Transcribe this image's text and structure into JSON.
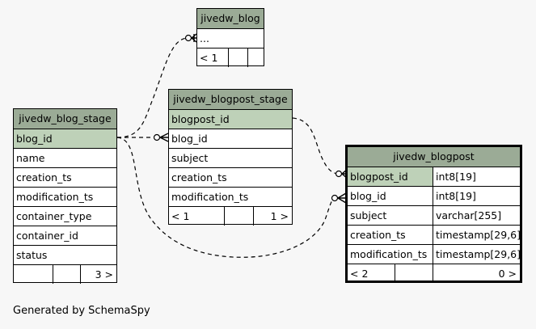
{
  "tables": {
    "blog": {
      "name": "jivedw_blog",
      "columns": [
        "..."
      ],
      "footer": [
        "< 1",
        "",
        ""
      ]
    },
    "blogpost_stage": {
      "name": "jivedw_blogpost_stage",
      "columns": [
        "blogpost_id",
        "blog_id",
        "subject",
        "creation_ts",
        "modification_ts"
      ],
      "footer": [
        "< 1",
        "",
        "1 >"
      ]
    },
    "blog_stage": {
      "name": "jivedw_blog_stage",
      "columns": [
        "blog_id",
        "name",
        "creation_ts",
        "modification_ts",
        "container_type",
        "container_id",
        "status"
      ],
      "footer": [
        "",
        "",
        "3 >"
      ]
    },
    "blogpost": {
      "name": "jivedw_blogpost",
      "columns": [
        {
          "name": "blogpost_id",
          "type": "int8[19]"
        },
        {
          "name": "blog_id",
          "type": "int8[19]"
        },
        {
          "name": "subject",
          "type": "varchar[255]"
        },
        {
          "name": "creation_ts",
          "type": "timestamp[29,6]"
        },
        {
          "name": "modification_ts",
          "type": "timestamp[29,6]"
        }
      ],
      "footer": [
        "< 2",
        "",
        "0 >"
      ]
    }
  },
  "generated_by": "Generated by SchemaSpy"
}
